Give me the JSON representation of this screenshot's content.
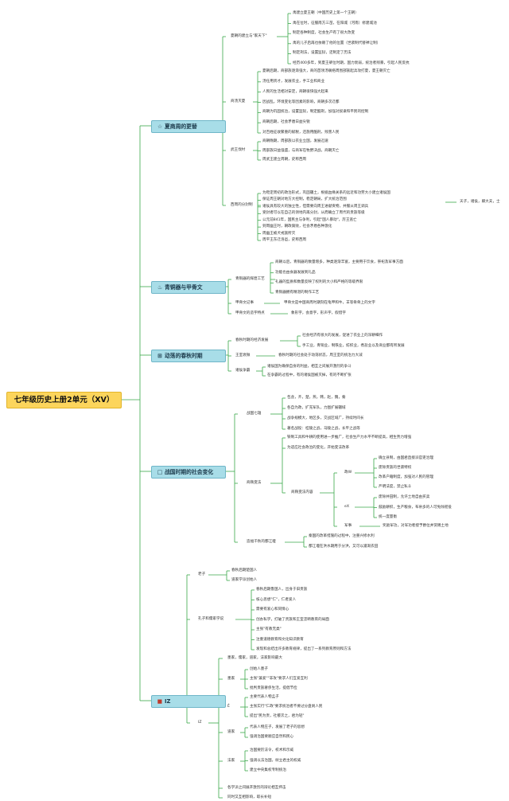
{
  "root": "七年级历史上册2单元（XV）",
  "branches": [
    {
      "label": "夏商周的更替",
      "icon": "☆",
      "children": [
        {
          "label": "夏朝的建立与\"家天下\"",
          "items": [
            "禹建立夏王朝（中国历史上第一个王朝）",
            "禹在位时，征服南方三苗，在阳城（河南）修建城池",
            "制定各种制度，社会生产有了很大改变",
            "禹的儿子启再也依赖了他的位置（世袭制代替禅让制）",
            "制定刑法，设置监狱，还制定了历法",
            "经历400多年，到夏王桀位时期，国力衰弱，统治者残暴，引起人民反抗"
          ]
        },
        {
          "label": "商汤灭夏",
          "items": [
            "夏朝后期，商部族逐渐强大，商的首领汤联络周围部族起兵攻打夏，夏王朝灭亡",
            "汤任用贤才，发展农业，手工业和商业",
            "人民的生活相对安定，商朝很快强大起来",
            "因战乱，环境变化等因素的影响，商朝多次迁都",
            "商朝为巩固统治，设置监狱，制定酷刑，加强对奴隶和平民的控制",
            "商朝后期，社会矛盾日益尖锐",
            "对百姓征收繁重的赋税，还施用酷刑，残害人民"
          ]
        },
        {
          "label": "武王伐纣",
          "items": [
            "商朝晚期，周部族以农业立国，发展迅速",
            "周部族日益强盛，与商军在牧野决战，商朝灭亡",
            "周武王建立周朝，史称西周"
          ]
        },
        {
          "label": "西周的分封制",
          "items": [
            "为稳定周初的政治形式，巩固疆土，根据血缘关系的远近和功劳大小建立诸侯国",
            "保证周王朝对地方大控制，稳定朝局，扩大统治范围",
            "诸侯具有较大的独立性，但需要向周王进献贡物，并服从周王调兵",
            "受封者可以在自己的领地内再分封，从而确立了周代的贵族等级",
            "公元前841年，国民主与争利，引起\"国人暴动\"，厉王逃亡",
            "到周幽王时，朝政腐败，社会矛盾各种激化",
            "周幽王被犬戎族所灭",
            "周平王东迁洛邑，史称西周"
          ],
          "side": "天子，诸侯，卿大夫，士"
        }
      ]
    },
    {
      "label": "青铜器与甲骨文",
      "icon": "♨",
      "children": [
        {
          "label": "青铜器的辉煌工艺",
          "items": [
            "商朝以后，青铜器的数量增多，种类逐渐丰富，主要用于饮食，祭祀及军事方面",
            "功能也由食器发展到礼品",
            "礼器的型质和数量反映了权利的大小和严格的等级界限",
            "青铜器拥有精湛的制作工艺"
          ]
        },
        {
          "label": "甲骨文记事",
          "inline": "甲骨文是中国商周时期刻在龟甲和牛，羊等骨骨上的文字"
        },
        {
          "label": "甲骨文的造字特点",
          "inline": "象形字，会意字，形声字，假借字"
        }
      ]
    },
    {
      "label": "动荡的春秋时期",
      "icon": "⊞",
      "children": [
        {
          "label": "春秋时期的经济发展",
          "items": [
            "社会经济有很大的发展，促进了农业上的深耕细作",
            "手工业，青铜业，制铁业，纺织业，煮盐业以及商业都有所发展"
          ]
        },
        {
          "label": "王室衰微",
          "inline": "春秋时期的社会处于动荡状态，周王室的统治力大减"
        },
        {
          "label": "诸侯争霸",
          "items": [
            "诸侯国为确保自身的利益，相互之间展开激烈的争斗",
            "在争霸的过程中，有的诸侯国被灭掉，有的不断扩张"
          ]
        }
      ]
    },
    {
      "label": "战国时期的社会变化",
      "icon": "□",
      "children": [
        {
          "label": "战国七雄",
          "items": [
            "包含，齐，楚，燕，韩，赵，魏，秦",
            "各自为政，扩充军队，力图扩展疆域",
            "战争规模大，地区多，交战区域广，持续时间长",
            "著名战役：桂陵之战，马陵之战，长平之战等"
          ]
        },
        {
          "label": "商鞅变法",
          "items": [
            "铁制工具和牛耕的使用进一步推广，社会生产力水平不断提高，相生势力增强",
            "为适应社会政治的变化，开始变法改革"
          ],
          "sub": {
            "label": "商鞅变法内容",
            "groups": [
              {
                "label": "政W",
                "items": [
                  "确立县制，由国君直接派官吏治理",
                  "废除贵族的世袭特权",
                  "改革户籍制度，加强对人民的管理",
                  "严明法度，禁止私斗"
                ]
              },
              {
                "label": "eX",
                "items": [
                  "废除井田制，允许土地自由买卖",
                  "鼓励耕织，生产粮食，布帛多的人可免除徭役",
                  "统一度量衡"
                ]
              },
              {
                "label": "军事",
                "inline": "奖励军功，对军功者授予爵位并赏赐土地"
              }
            ]
          }
        },
        {
          "label": "造福千秋的都江堰",
          "items": [
            "秦国的改革措施的过程中，注重兴修水利",
            "都江堰在洪水期用于分洪，又可以灌溉农田"
          ]
        }
      ]
    },
    {
      "label": "IZ",
      "icon": "■",
      "children": [
        {
          "label": "老子",
          "items": [
            "春秋后期楚国人",
            "道家学派创始人"
          ]
        },
        {
          "label": "孔子和儒家学说",
          "items": [
            "春秋后期鲁国人，出身于旧贵族",
            "核心思想\"仁\"，仁者爱人",
            "需要有爱心和同情心",
            "创办私学，打破了贵族和王室垄断教育的局面",
            "主张\"有教无类\"",
            "注重道德教育和文化知识教育",
            "发现和总结出许多教育规律，提出了一系列教育原则和方法"
          ]
        },
        {
          "label": "IZ",
          "top": "墨家，儒家，道家，法家影响最大",
          "groups": [
            {
              "label": "墨家",
              "items": [
                "创始人墨子",
                "主张\"兼爱\"\"非攻\"要求人们互爱互利",
                "批判贵族奢侈生活，提倡节俭"
              ]
            },
            {
              "label": "Ê",
              "items": [
                "主要代表人物孟子",
                "主张实行\"仁政\"要求统治者不要过分盘剥人民",
                "提出\"民为贵，社稷次之，君为轻\""
              ]
            },
            {
              "label": "道家",
              "items": [
                "代表人物庄子，发展了老子的思想",
                "强调治国要顺应自然和民心"
              ]
            },
            {
              "label": "法家",
              "items": [
                "治国要厉法令，校术和示威",
                "强调以法治国，树立君主的权威",
                "建立中央集权专制统治"
              ]
            }
          ],
          "bottom": [
            "各学派之间展开激烈的辩论相互抨击",
            "同时又互相影响，取长补短"
          ]
        }
      ]
    }
  ],
  "colors": {
    "root_bg": "#fcd55c",
    "branch_bg": "#a8dde8",
    "line": "#3aa84a"
  }
}
